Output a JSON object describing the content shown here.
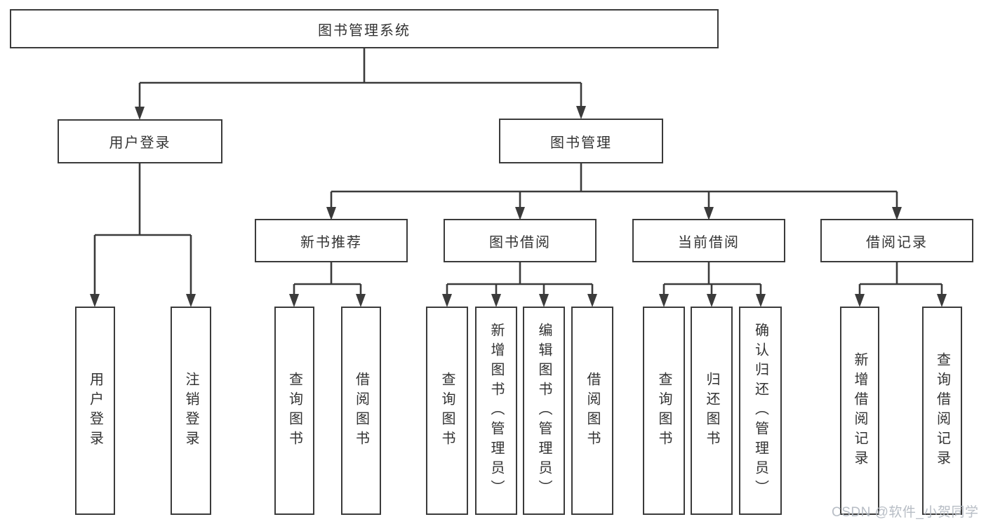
{
  "diagram": {
    "root": {
      "label": "图书管理系统",
      "children": [
        {
          "label": "用户登录",
          "children": [
            {
              "label": "用户登录"
            },
            {
              "label": "注销登录"
            }
          ]
        },
        {
          "label": "图书管理",
          "children": [
            {
              "label": "新书推荐",
              "children": [
                {
                  "label": "查询图书"
                },
                {
                  "label": "借阅图书"
                }
              ]
            },
            {
              "label": "图书借阅",
              "children": [
                {
                  "label": "查询图书"
                },
                {
                  "label": "新增图书（管理员）"
                },
                {
                  "label": "编辑图书（管理员）"
                },
                {
                  "label": "借阅图书"
                }
              ]
            },
            {
              "label": "当前借阅",
              "children": [
                {
                  "label": "查询图书"
                },
                {
                  "label": "归还图书"
                },
                {
                  "label": "确认归还（管理员）"
                }
              ]
            },
            {
              "label": "借阅记录",
              "children": [
                {
                  "label": "新增借阅记录"
                },
                {
                  "label": "查询借阅记录"
                }
              ]
            }
          ]
        }
      ]
    },
    "watermark": "CSDN @软件_小贺同学",
    "colors": {
      "line": "#3b3b3b",
      "text": "#333333",
      "background": "#ffffff",
      "watermark": "#b4bac2"
    }
  }
}
